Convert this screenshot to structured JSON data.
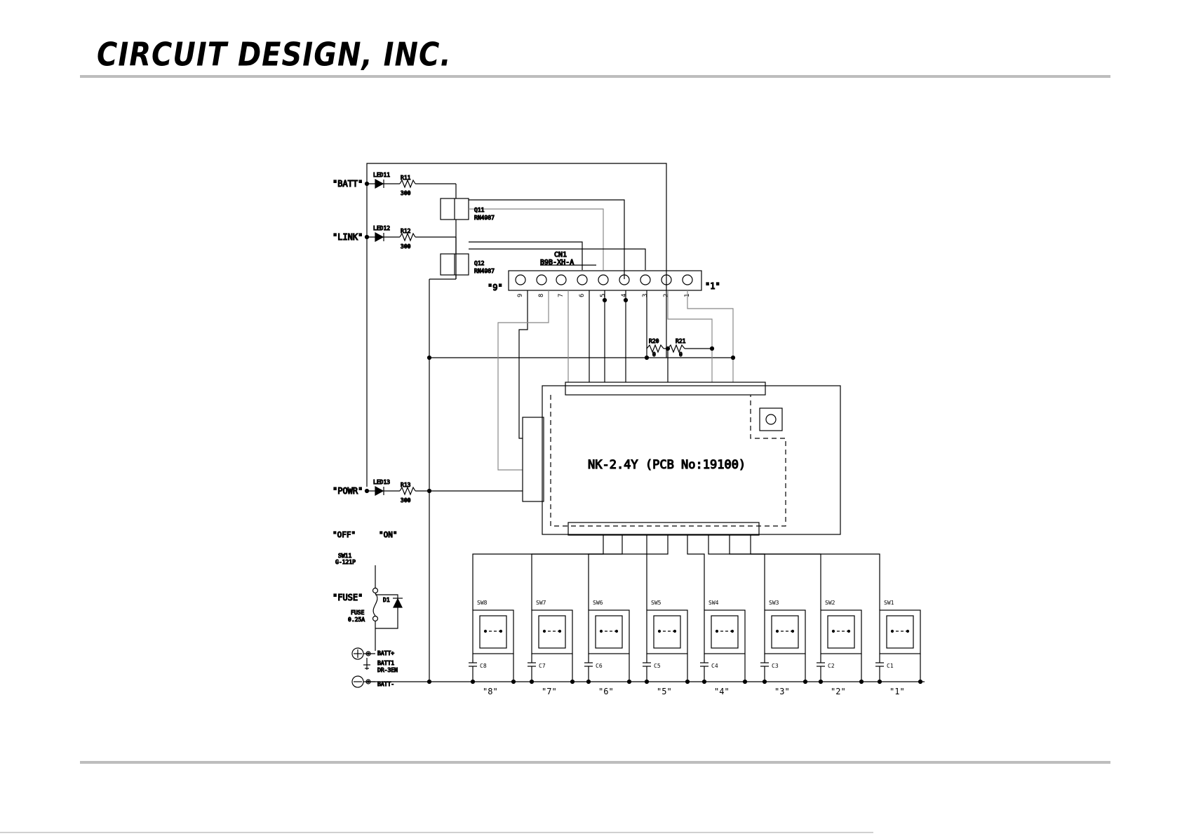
{
  "header": {
    "logo_text": "CIRCUIT DESIGN, INC."
  },
  "schematic": {
    "module_label": "NK-2.4Y (PCB No:19100)",
    "indicators": [
      {
        "label": "\"BATT\"",
        "led": "LED11",
        "res": "R11",
        "res_val": "300"
      },
      {
        "label": "\"LINK\"",
        "led": "LED12",
        "res": "R12",
        "res_val": "300"
      },
      {
        "label": "\"POWR\"",
        "led": "LED13",
        "res": "R13",
        "res_val": "300"
      }
    ],
    "transistors": [
      {
        "ref": "Q11",
        "part": "RN4987"
      },
      {
        "ref": "Q12",
        "part": "RN4987"
      }
    ],
    "connector": {
      "ref": "CN1",
      "part": "B9B-XH-A",
      "end_left": "\"9\"",
      "end_right": "\"1\"",
      "pins": [
        "9",
        "8",
        "7",
        "6",
        "5",
        "4",
        "3",
        "2",
        "1"
      ]
    },
    "resistors_mid": [
      {
        "ref": "R20",
        "val": "0"
      },
      {
        "ref": "R21",
        "val": "0"
      }
    ],
    "power": {
      "off_label": "\"OFF\"",
      "on_label": "\"ON\"",
      "switch_ref": "SW11",
      "switch_part": "G-121P",
      "fuse_label": "\"FUSE\"",
      "fuse_text": "FUSE",
      "fuse_rating": "0.25A",
      "diode": "D1",
      "batt_plus": "BATT+",
      "batt_ref": "BATT1",
      "batt_part": "DR-3EN",
      "batt_minus": "BATT-"
    },
    "switches": [
      {
        "sw": "SW8",
        "cap": "C8",
        "label": "\"8\""
      },
      {
        "sw": "SW7",
        "cap": "C7",
        "label": "\"7\""
      },
      {
        "sw": "SW6",
        "cap": "C6",
        "label": "\"6\""
      },
      {
        "sw": "SW5",
        "cap": "C5",
        "label": "\"5\""
      },
      {
        "sw": "SW4",
        "cap": "C4",
        "label": "\"4\""
      },
      {
        "sw": "SW3",
        "cap": "C3",
        "label": "\"3\""
      },
      {
        "sw": "SW2",
        "cap": "C2",
        "label": "\"2\""
      },
      {
        "sw": "SW1",
        "cap": "C1",
        "label": "\"1\""
      }
    ]
  }
}
